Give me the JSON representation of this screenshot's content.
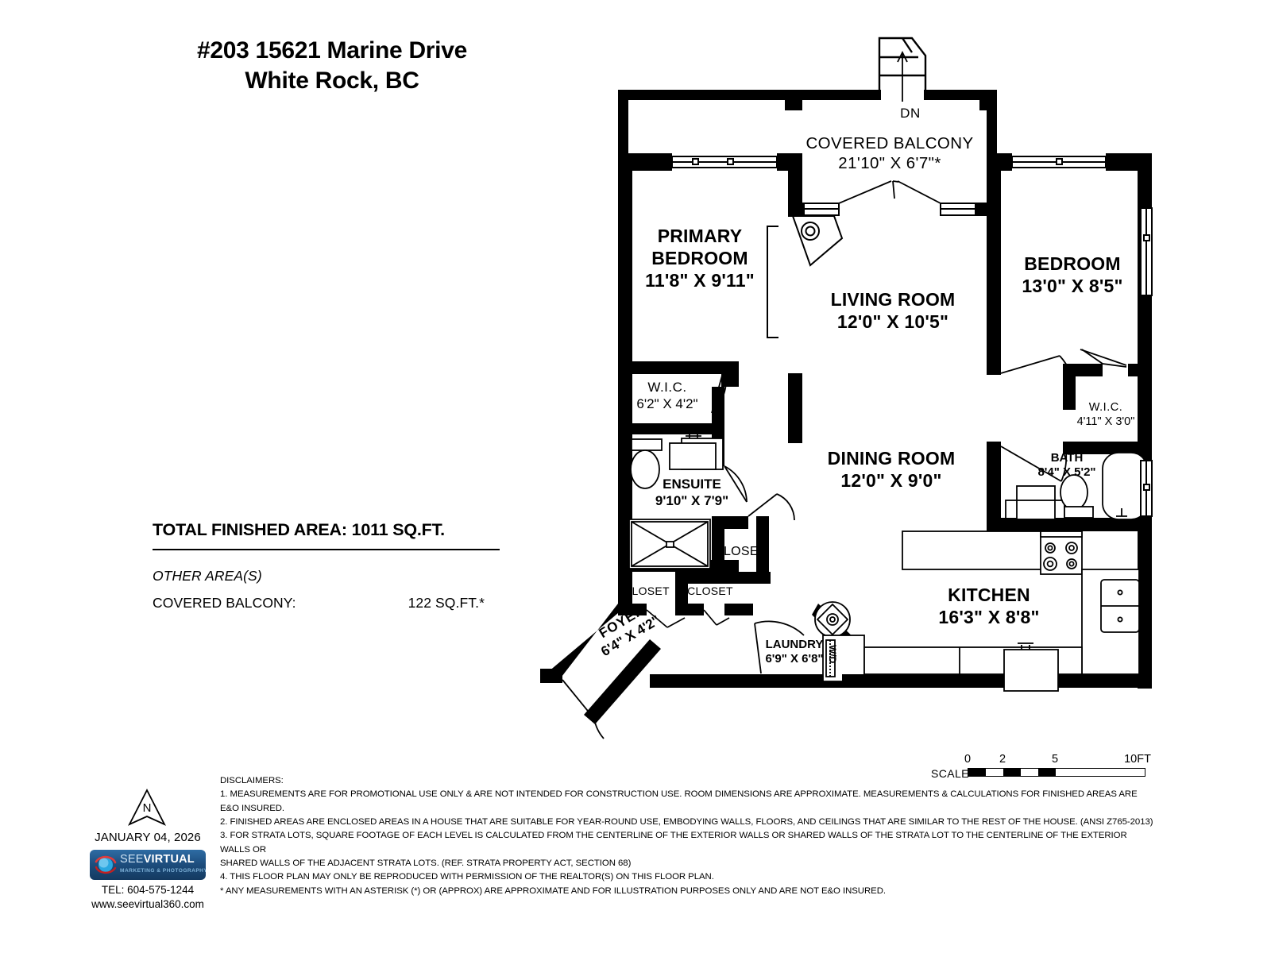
{
  "header": {
    "address_line1": "#203 15621 Marine Drive",
    "address_line2": "White Rock, BC"
  },
  "areas": {
    "total_label": "TOTAL FINISHED AREA:  1011 SQ.FT.",
    "other_heading": "OTHER AREA(S)",
    "other_rows": [
      {
        "label": "COVERED BALCONY:",
        "value": "122  SQ.FT.*"
      }
    ]
  },
  "rooms": [
    {
      "key": "primary_bedroom",
      "name": "PRIMARY",
      "name2": "BEDROOM",
      "dim": "11'8\" X 9'11\""
    },
    {
      "key": "living_room",
      "name": "LIVING ROOM",
      "dim": "12'0\" X 10'5\""
    },
    {
      "key": "dining_room",
      "name": "DINING ROOM",
      "dim": "12'0\" X 9'0\""
    },
    {
      "key": "bedroom",
      "name": "BEDROOM",
      "dim": "13'0\" X 8'5\""
    },
    {
      "key": "covered_balcony",
      "name": "COVERED BALCONY",
      "dim": "21'10\" X 6'7\"*"
    },
    {
      "key": "wic_primary",
      "name": "W.I.C.",
      "dim": "6'2\" X 4'2\""
    },
    {
      "key": "ensuite",
      "name": "ENSUITE",
      "dim": "9'10\" X 7'9\""
    },
    {
      "key": "wic_bedroom",
      "name": "W.I.C.",
      "dim": "4'11\" X 3'0\""
    },
    {
      "key": "bath",
      "name": "BATH",
      "dim": "8'4\" X 5'2\""
    },
    {
      "key": "kitchen",
      "name": "KITCHEN",
      "dim": "16'3\" X 8'8\""
    },
    {
      "key": "laundry",
      "name": "LAUNDRY",
      "dim": "6'9\" X 6'8\""
    },
    {
      "key": "foyer",
      "name": "FOYER",
      "dim": "6'4\" X 4'2\""
    },
    {
      "key": "closet_main",
      "name": "CLOSET",
      "dim": ""
    },
    {
      "key": "closet_left",
      "name": "CLOSET",
      "dim": ""
    },
    {
      "key": "closet_right",
      "name": "CLOSET",
      "dim": ""
    }
  ],
  "annotations": {
    "stair_down": "DN",
    "washer_dryer": "W/D"
  },
  "scale": {
    "label": "SCALE",
    "ticks": [
      "0",
      "2",
      "5",
      "10FT"
    ]
  },
  "compass": {
    "north": "N"
  },
  "footer": {
    "date": "JANUARY 04, 2026",
    "logo_thin": "SEE",
    "logo_bold": "VIRTUAL",
    "logo_sub": "MARKETING & PHOTOGRAPHY",
    "tel": "TEL: 604-575-1244",
    "web": "www.seevirtual360.com"
  },
  "disclaimers": {
    "heading": "DISCLAIMERS:",
    "lines": [
      "1. MEASUREMENTS ARE FOR PROMOTIONAL USE ONLY & ARE NOT INTENDED FOR CONSTRUCTION USE. ROOM DIMENSIONS ARE APPROXIMATE. MEASUREMENTS & CALCULATIONS FOR FINISHED AREAS ARE E&O INSURED.",
      "2. FINISHED AREAS ARE ENCLOSED AREAS IN A HOUSE THAT ARE SUITABLE FOR YEAR-ROUND USE, EMBODYING WALLS, FLOORS, AND CEILINGS THAT ARE SIMILAR TO THE REST OF THE HOUSE. (ANSI Z765-2013)",
      "3. FOR STRATA LOTS, SQUARE FOOTAGE OF EACH LEVEL IS CALCULATED FROM THE CENTERLINE OF THE EXTERIOR WALLS OR SHARED WALLS OF THE STRATA LOT TO THE CENTERLINE OF THE EXTERIOR WALLS OR",
      "SHARED WALLS OF THE ADJACENT STRATA LOTS. (REF. STRATA PROPERTY ACT, SECTION 68)",
      "4. THIS FLOOR PLAN MAY ONLY BE REPRODUCED WITH PERMISSION OF THE REALTOR(S) ON THIS FLOOR PLAN.",
      "* ANY MEASUREMENTS WITH AN ASTERISK (*) OR (APPROX) ARE APPROXIMATE AND FOR ILLUSTRATION PURPOSES ONLY AND ARE NOT E&O INSURED."
    ]
  },
  "colors": {
    "wall": "#000000",
    "background": "#ffffff",
    "logo_blue": "#1d4d7d"
  }
}
